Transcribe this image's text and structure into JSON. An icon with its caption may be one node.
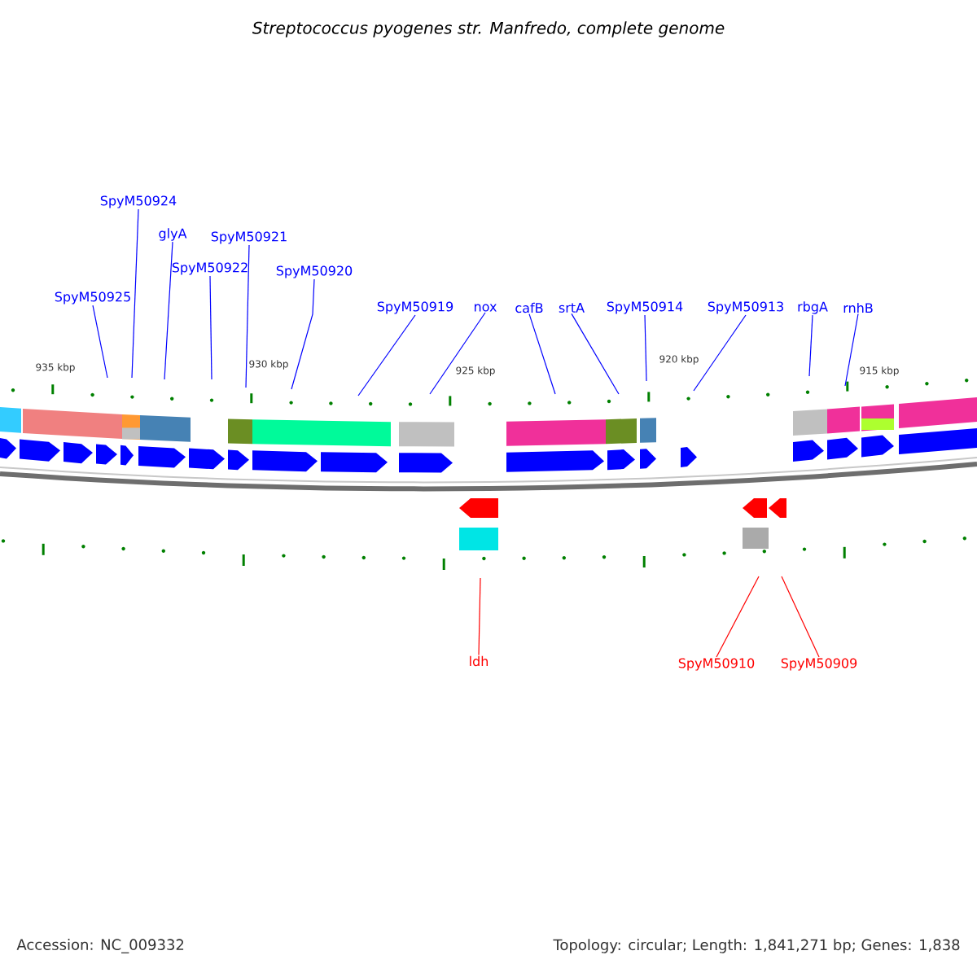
{
  "diagram": {
    "title": "Streptococcus pyogenes str. Manfredo, complete genome",
    "nodes": [
      {
        "text": [
          "SpyM50924"
        ]
      },
      {
        "text": [
          "glyA"
        ]
      },
      {
        "text": [
          "SpyM50921"
        ]
      },
      {
        "text": [
          "SpyM50922"
        ]
      },
      {
        "text": [
          "SpyM50920"
        ]
      },
      {
        "text": [
          "SpyM50925"
        ]
      },
      {
        "text": [
          "SpyM50919"
        ]
      },
      {
        "text": [
          "nox"
        ]
      },
      {
        "text": [
          "cafB"
        ]
      },
      {
        "text": [
          "srtA"
        ]
      },
      {
        "text": [
          "SpyM50914"
        ]
      },
      {
        "text": [
          "SpyM50913"
        ]
      },
      {
        "text": [
          "rbgA"
        ]
      },
      {
        "text": [
          "rnhB"
        ]
      },
      {
        "text": [
          "ldh"
        ]
      },
      {
        "text": [
          "SpyM50910"
        ]
      },
      {
        "text": [
          "SpyM50909"
        ]
      }
    ],
    "edges": [
      {
        "from": 0,
        "to": null,
        "arrow": "none"
      },
      {
        "from": 1,
        "to": null,
        "arrow": "none"
      },
      {
        "from": 2,
        "to": null,
        "arrow": "none"
      },
      {
        "from": 3,
        "to": null,
        "arrow": "none"
      },
      {
        "from": 4,
        "to": null,
        "arrow": "none"
      },
      {
        "from": 5,
        "to": null,
        "arrow": "none"
      },
      {
        "from": 6,
        "to": null,
        "arrow": "none"
      },
      {
        "from": 7,
        "to": null,
        "arrow": "none"
      },
      {
        "from": 8,
        "to": null,
        "arrow": "none"
      },
      {
        "from": 9,
        "to": null,
        "arrow": "none"
      },
      {
        "from": 10,
        "to": null,
        "arrow": "none"
      },
      {
        "from": 11,
        "to": null,
        "arrow": "none"
      },
      {
        "from": 12,
        "to": null,
        "arrow": "none"
      },
      {
        "from": 13,
        "to": null,
        "arrow": "none"
      },
      {
        "from": 14,
        "to": null,
        "arrow": "none",
        "color": "#ff0000"
      },
      {
        "from": 15,
        "to": null,
        "arrow": "none",
        "color": "#ff0000"
      },
      {
        "from": 16,
        "to": null,
        "arrow": "none",
        "color": "#ff0000"
      }
    ],
    "labels": [
      "935 kbp",
      "930 kbp",
      "925 kbp",
      "920 kbp",
      "915 kbp",
      "Accession: NC_009332",
      "Topology: circular; Length: 1,841,271 bp; Genes: 1,838"
    ]
  }
}
